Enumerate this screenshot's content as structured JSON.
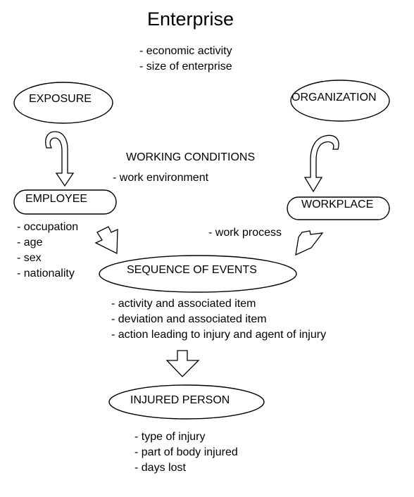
{
  "title": "Enterprise",
  "enterprise_details": [
    "- economic activity",
    "- size of enterprise"
  ],
  "nodes": {
    "exposure": "EXPOSURE",
    "organization": "ORGANIZATION",
    "working_conditions": "WORKING CONDITIONS",
    "employee": "EMPLOYEE",
    "workplace": "WORKPLACE",
    "sequence_of_events": "SEQUENCE OF EVENTS",
    "injured_person": "INJURED PERSON"
  },
  "working_conditions_details": [
    "- work environment"
  ],
  "employee_details": [
    "- occupation",
    "- age",
    "- sex",
    "- nationality"
  ],
  "workplace_details": [
    "- work process"
  ],
  "sequence_details": [
    "- activity and associated item",
    "- deviation and associated item",
    "- action leading to injury and agent of injury"
  ],
  "injury_details": [
    "- type of injury",
    "- part of body injured",
    "- days lost"
  ]
}
